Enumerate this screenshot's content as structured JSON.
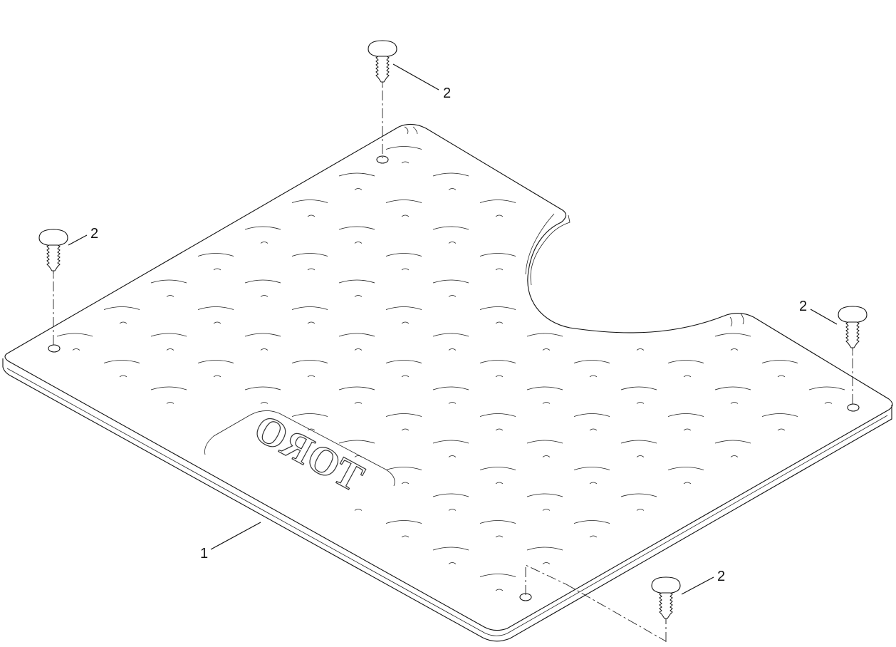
{
  "callouts": {
    "mat": "1",
    "fastener_top": "2",
    "fastener_left": "2",
    "fastener_right": "2",
    "fastener_bottom": "2"
  },
  "logo": "TORO"
}
